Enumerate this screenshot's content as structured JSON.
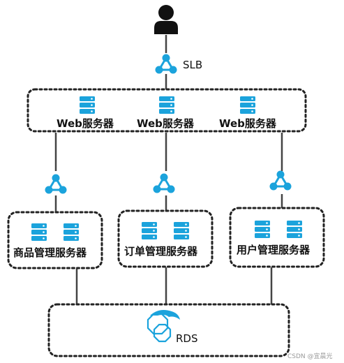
{
  "colors": {
    "accent": "#1ba3dc",
    "box_border": "#222222",
    "connector": "#444444",
    "user": "#111111"
  },
  "user": {
    "icon": "user-icon"
  },
  "slb": {
    "label": "SLB",
    "icon": "load-balancer-icon"
  },
  "web_tier": {
    "servers": [
      {
        "label": "Web服务器"
      },
      {
        "label": "Web服务器"
      },
      {
        "label": "Web服务器"
      }
    ],
    "icon": "server-icon"
  },
  "services": [
    {
      "label": "商品管理服务器"
    },
    {
      "label": "订单管理服务器"
    },
    {
      "label": "用户管理服务器"
    }
  ],
  "database": {
    "label": "RDS",
    "icon": "rds-dolphin-icon"
  },
  "watermark": "CSDN @宜晨光"
}
